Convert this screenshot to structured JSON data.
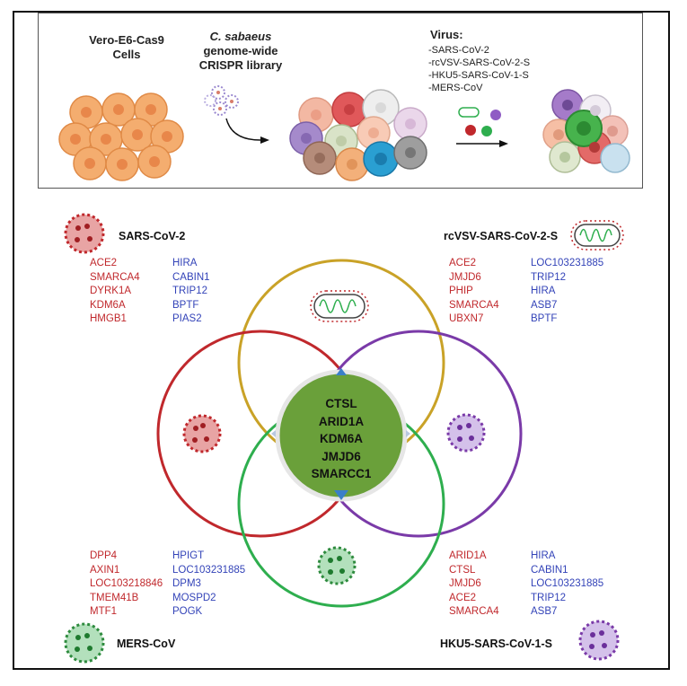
{
  "top": {
    "cells_label": [
      "Vero-E6-Cas9",
      "Cells"
    ],
    "library_label_italic": "C. sabaeus",
    "library_label_rest": [
      "genome-wide",
      "CRISPR library"
    ],
    "virus_title": "Virus:",
    "virus_list": [
      "-SARS-CoV-2",
      "-rcVSV-SARS-CoV-2-S",
      "-HKU5-SARS-CoV-1-S",
      "-MERS-CoV"
    ]
  },
  "venn": {
    "center_genes": [
      "CTSL",
      "ARID1A",
      "KDM6A",
      "JMJD6",
      "SMARCC1"
    ],
    "colors": {
      "sars_cov_2": "#c0282c",
      "rcvsv": "#c9a227",
      "hku5": "#7a3aa8",
      "mers": "#2eae4e",
      "center": "#6aa03a"
    }
  },
  "groups": {
    "sars_cov_2": {
      "name": "SARS-CoV-2",
      "red_genes": [
        "ACE2",
        "SMARCA4",
        "DYRK1A",
        "KDM6A",
        "HMGB1"
      ],
      "blue_genes": [
        "HIRA",
        "CABIN1",
        "TRIP12",
        "BPTF",
        "PIAS2"
      ]
    },
    "rcvsv": {
      "name": "rcVSV-SARS-CoV-2-S",
      "red_genes": [
        "ACE2",
        "JMJD6",
        "PHIP",
        "SMARCA4",
        "UBXN7"
      ],
      "blue_genes": [
        "LOC103231885",
        "TRIP12",
        "HIRA",
        "ASB7",
        "BPTF"
      ]
    },
    "mers": {
      "name": "MERS-CoV",
      "red_genes": [
        "DPP4",
        "AXIN1",
        "LOC103218846",
        "TMEM41B",
        "MTF1"
      ],
      "blue_genes": [
        "HPIGT",
        "LOC103231885",
        "DPM3",
        "MOSPD2",
        "POGK"
      ]
    },
    "hku5": {
      "name": "HKU5-SARS-CoV-1-S",
      "red_genes": [
        "ARID1A",
        "CTSL",
        "JMJD6",
        "ACE2",
        "SMARCA4"
      ],
      "blue_genes": [
        "HIRA",
        "CABIN1",
        "LOC103231885",
        "TRIP12",
        "ASB7"
      ]
    }
  }
}
